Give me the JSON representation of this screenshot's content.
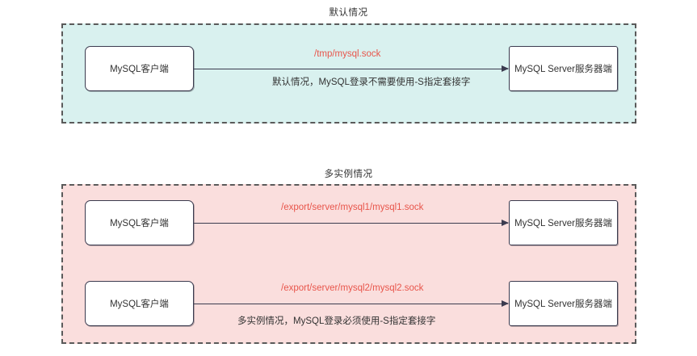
{
  "diagram": {
    "sections": [
      {
        "title": "默认情况",
        "accent_color": "#d9f1ef",
        "rows": [
          {
            "client_label": "MySQL客户端",
            "server_label": "MySQL Server服务器端",
            "socket_path": "/tmp/mysql.sock"
          }
        ],
        "note": "默认情况，MySQL登录不需要使用-S指定套接字"
      },
      {
        "title": "多实例情况",
        "accent_color": "#fadedd",
        "rows": [
          {
            "client_label": "MySQL客户端",
            "server_label": "MySQL Server服务器端",
            "socket_path": "/export/server/mysql1/mysql1.sock"
          },
          {
            "client_label": "MySQL客户端",
            "server_label": "MySQL Server服务器端",
            "socket_path": "/export/server/mysql2/mysql2.sock"
          }
        ],
        "note": "多实例情况，MySQL登录必须使用-S指定套接字"
      }
    ],
    "colors": {
      "socket_label": "#e8554b",
      "note_text": "#333333",
      "node_border": "#3b3b4f",
      "group_border": "#5a5a5a"
    }
  }
}
